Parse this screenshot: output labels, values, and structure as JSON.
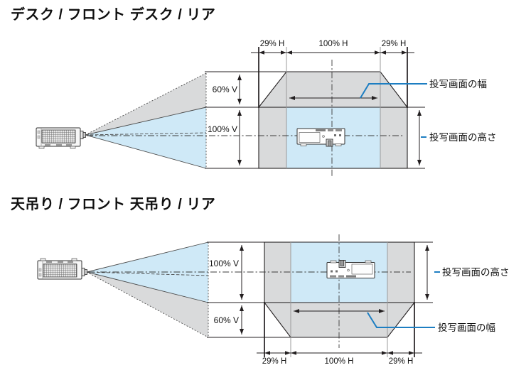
{
  "colors": {
    "beam_blue": "#cfe9f7",
    "region_gray": "#d9dadb",
    "line_dark": "#231f20",
    "line_gray": "#9b9b9b",
    "callout_blue": "#1d7ec2"
  },
  "diagrams": [
    {
      "title": "デスク / フロント デスク / リア",
      "dim": {
        "left": "29% H",
        "center": "100% H",
        "right": "29% H"
      },
      "shift_labels": {
        "upper": "60% V",
        "lower": "100% V"
      },
      "callouts": {
        "width": "投写画面の幅",
        "height": "投写画面の高さ"
      }
    },
    {
      "title": "天吊り / フロント 天吊り / リア",
      "dim": {
        "left": "29% H",
        "center": "100% H",
        "right": "29% H"
      },
      "shift_labels": {
        "upper": "100% V",
        "lower": "60% V"
      },
      "callouts": {
        "width": "投写画面の幅",
        "height": "投写画面の高さ"
      }
    }
  ]
}
